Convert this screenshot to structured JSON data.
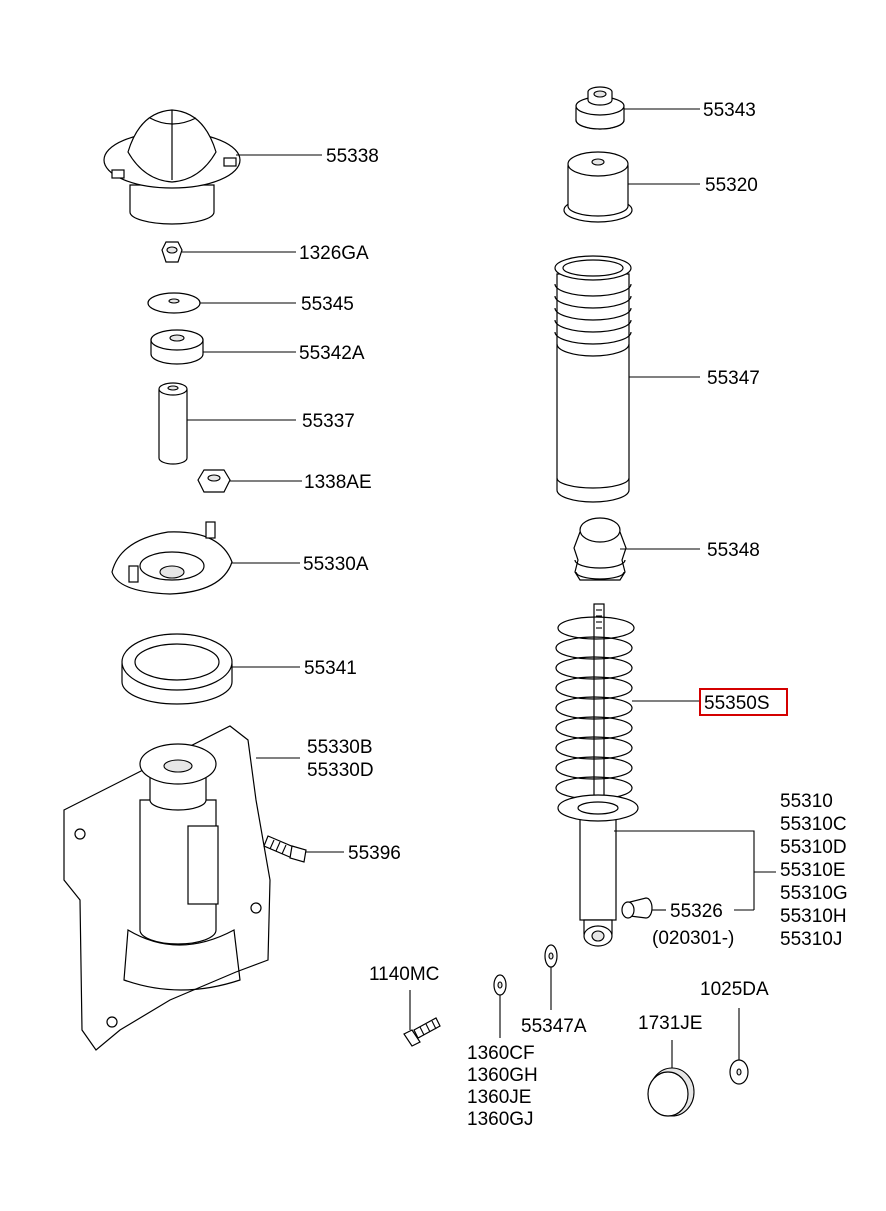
{
  "highlight_color": "#d40000",
  "labels": {
    "p55343": "55343",
    "p55320": "55320",
    "p55347": "55347",
    "p55348": "55348",
    "p55350S": "55350S",
    "p55310": "55310",
    "p55310C": "55310C",
    "p55310D": "55310D",
    "p55310E": "55310E",
    "p55310G": "55310G",
    "p55310H": "55310H",
    "p55310J": "55310J",
    "p55326": "55326",
    "p020301": "(020301-)",
    "p55338": "55338",
    "p1326GA": "1326GA",
    "p55345": "55345",
    "p55342A": "55342A",
    "p55337": "55337",
    "p1338AE": "1338AE",
    "p55330A": "55330A",
    "p55341": "55341",
    "p55330B": "55330B",
    "p55330D": "55330D",
    "p55396": "55396",
    "p1140MC": "1140MC",
    "p1360CF": "1360CF",
    "p1360GH": "1360GH",
    "p1360JE": "1360JE",
    "p1360GJ": "1360GJ",
    "p55347A": "55347A",
    "p1731JE": "1731JE",
    "p1025DA": "1025DA"
  }
}
